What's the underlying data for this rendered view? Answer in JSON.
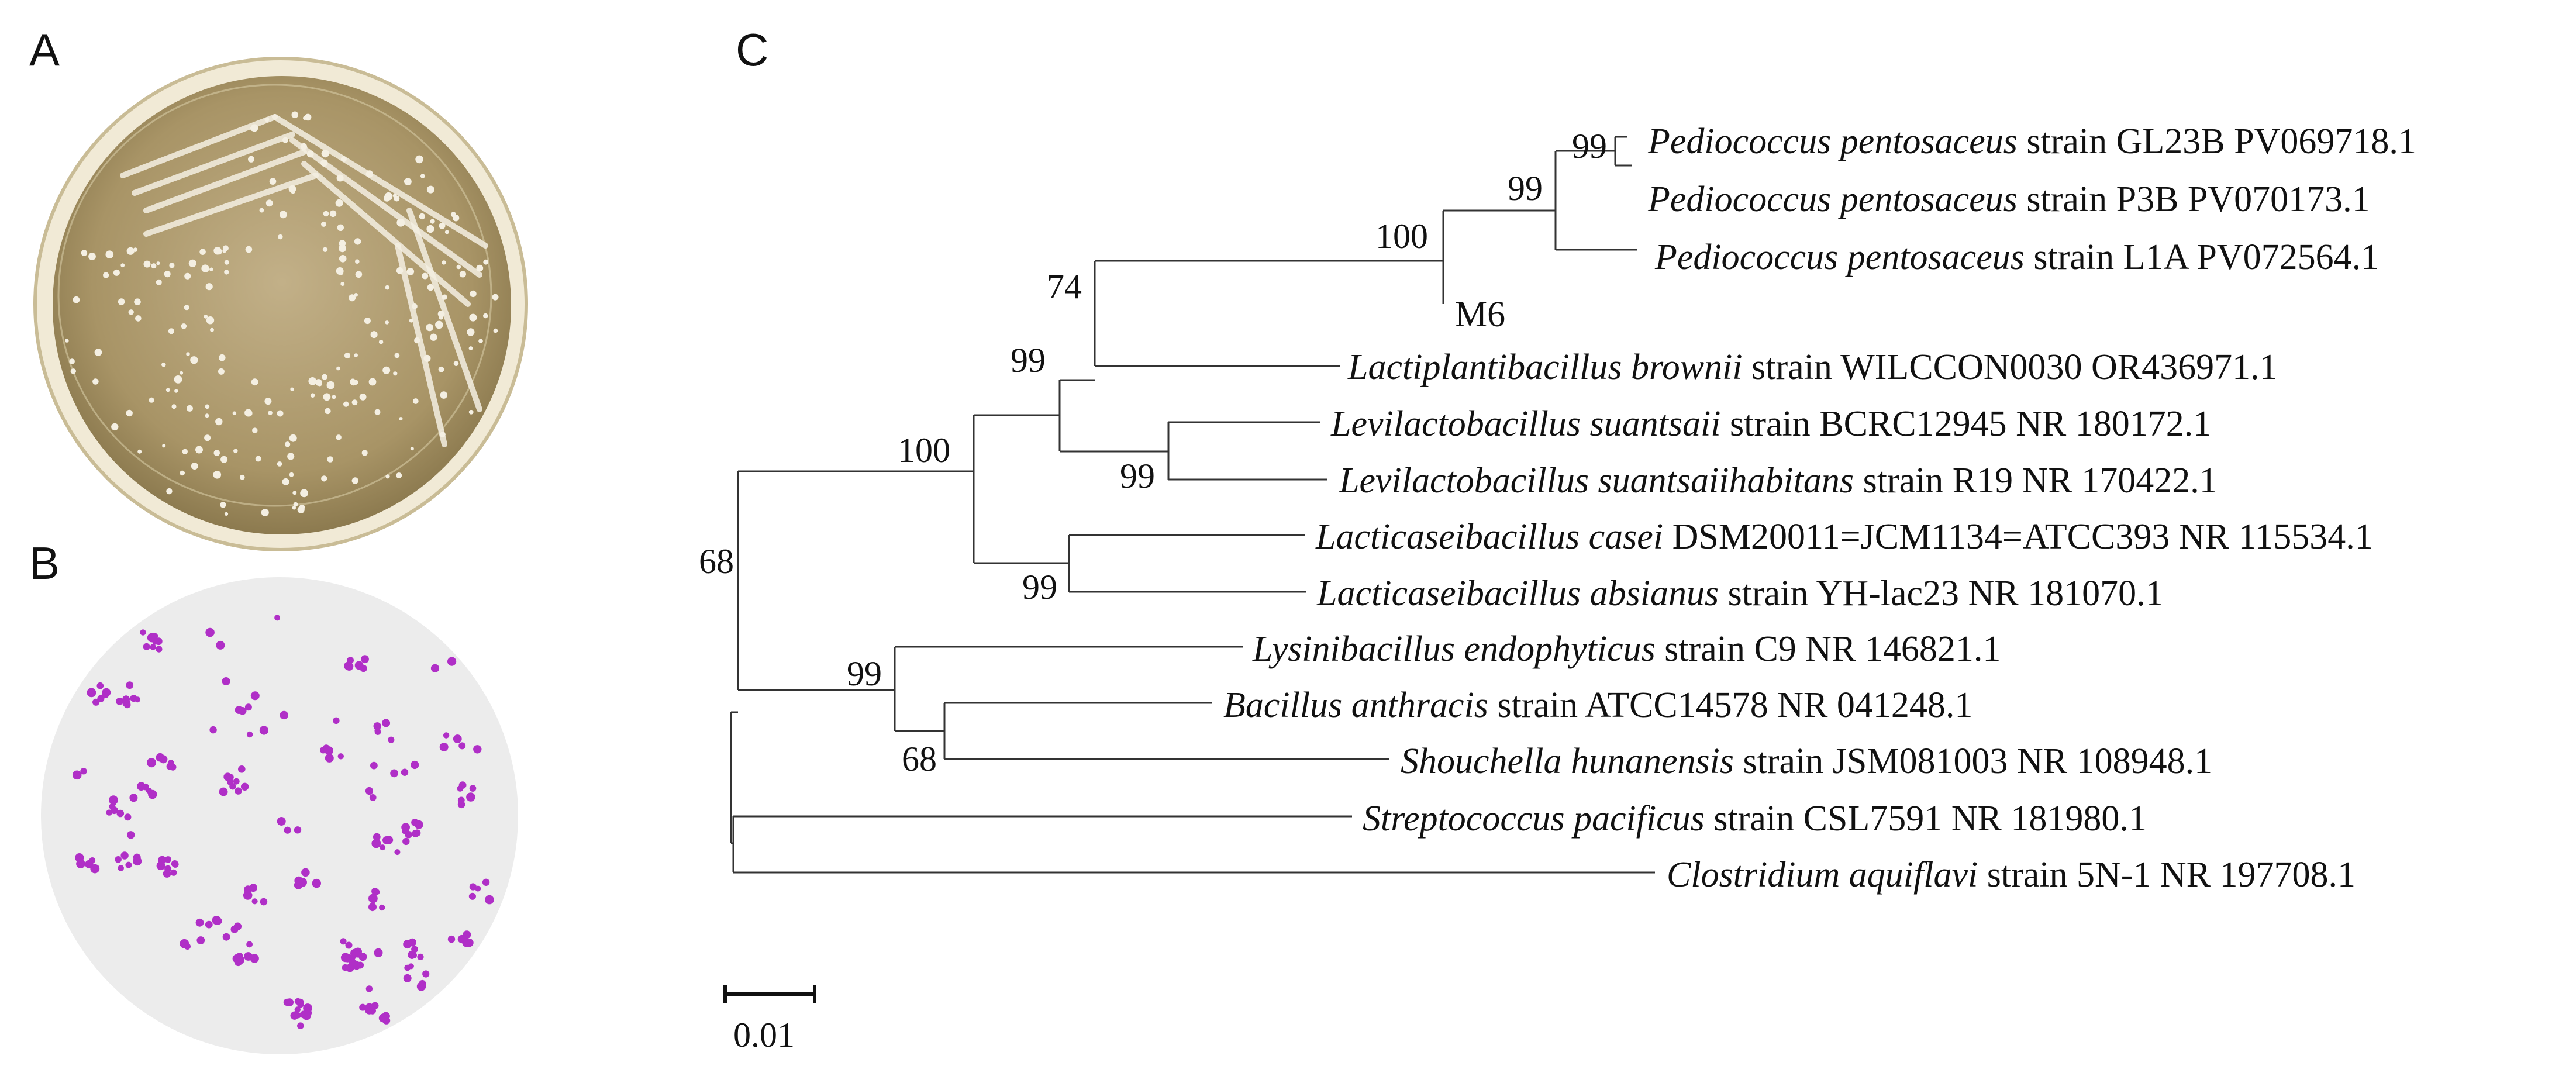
{
  "panels": {
    "a": {
      "label": "A"
    },
    "b": {
      "label": "B"
    },
    "c": {
      "label": "C"
    }
  },
  "tree": {
    "leaves": [
      {
        "id": "gl23b",
        "genus": "Pediococcus pentosaceus",
        "rest": " strain GL23B PV069718.1"
      },
      {
        "id": "p3b",
        "genus": "Pediococcus pentosaceus",
        "rest": " strain P3B PV070173.1"
      },
      {
        "id": "l1a",
        "genus": "Pediococcus pentosaceus",
        "rest": " strain L1A PV072564.1"
      },
      {
        "id": "m6",
        "genus": "",
        "rest": "M6"
      },
      {
        "id": "brownii",
        "genus": "Lactiplantibacillus brownii",
        "rest": " strain WILCCON0030 OR436971.1"
      },
      {
        "id": "suantsaii",
        "genus": "Levilactobacillus suantsaii",
        "rest": " strain BCRC12945 NR 180172.1"
      },
      {
        "id": "suantsaiihab",
        "genus": "Levilactobacillus suantsaiihabitans",
        "rest": " strain R19 NR 170422.1"
      },
      {
        "id": "casei",
        "genus": "Lacticaseibacillus casei",
        "rest": " DSM20011=JCM1134=ATCC393 NR 115534.1"
      },
      {
        "id": "absianus",
        "genus": "Lacticaseibacillus absianus",
        "rest": " strain YH-lac23 NR 181070.1"
      },
      {
        "id": "lysini",
        "genus": "Lysinibacillus endophyticus",
        "rest": " strain C9 NR 146821.1"
      },
      {
        "id": "anthracis",
        "genus": "Bacillus anthracis",
        "rest": " strain ATCC14578 NR 041248.1"
      },
      {
        "id": "shouchella",
        "genus": "Shouchella hunanensis",
        "rest": " strain JSM081003 NR 108948.1"
      },
      {
        "id": "strep",
        "genus": "Streptococcus pacificus",
        "rest": " strain CSL7591 NR 181980.1"
      },
      {
        "id": "clostr",
        "genus": "Clostridium aquiflavi",
        "rest": " strain 5N-1 NR 197708.1"
      }
    ],
    "bootstrap": [
      "99",
      "99",
      "100",
      "74",
      "99",
      "100",
      "99",
      "99",
      "68",
      "99",
      "68"
    ],
    "scale_bar": {
      "label": "0.01",
      "value": 0.01
    }
  },
  "colors": {
    "plate_agar": "#b5a276",
    "plate_rim": "#e8e1cc",
    "colony": "#f4efe2",
    "micro_bg": "#ececec",
    "cell": "#b02fc7",
    "branch": "#333333"
  }
}
